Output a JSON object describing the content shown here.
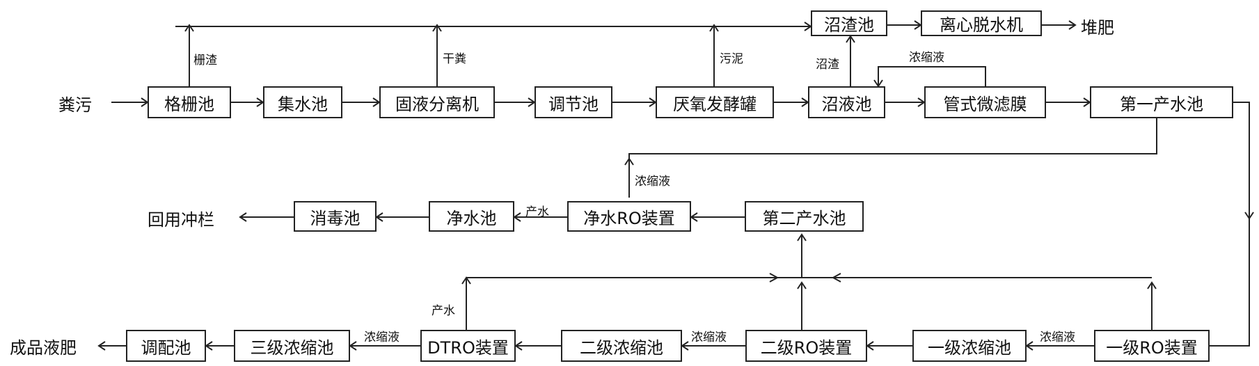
{
  "boxes": {
    "grid_tank": "格栅池",
    "collection_tank": "集水池",
    "solid_liquid_separator": "固液分离机",
    "regulating_tank": "调节池",
    "anaerobic_tank": "厌氧发酵罐",
    "biogas_slurry_tank": "沼液池",
    "tubular_membrane": "管式微滤膜",
    "first_product_water_tank": "第一产水池",
    "biogas_residue_tank": "沼渣池",
    "centrifugal_dewatering": "离心脱水机",
    "second_product_water_tank": "第二产水池",
    "clean_ro_device": "净水RO装置",
    "clean_water_tank": "净水池",
    "disinfection_tank": "消毒池",
    "primary_ro_device": "一级RO装置",
    "primary_concentrate_tank": "一级浓缩池",
    "secondary_ro_device": "二级RO装置",
    "secondary_concentrate_tank": "二级浓缩池",
    "dtro_device": "DTRO装置",
    "tertiary_concentrate_tank": "三级浓缩池",
    "blending_tank": "调配池"
  },
  "terminals": {
    "input": "粪污",
    "compost": "堆肥",
    "reuse": "回用冲栏",
    "product": "成品液肥"
  },
  "labels": {
    "screenings": "栅渣",
    "dry_manure": "干粪",
    "sludge": "污泥",
    "biogas_residue": "沼渣",
    "concentrate_membrane": "浓缩液",
    "concentrate_clean_ro": "浓缩液",
    "product_water_clean": "产水",
    "concentrate_primary": "浓缩液",
    "concentrate_secondary": "浓缩液",
    "concentrate_dtro": "浓缩液",
    "product_water_dtro": "产水"
  }
}
